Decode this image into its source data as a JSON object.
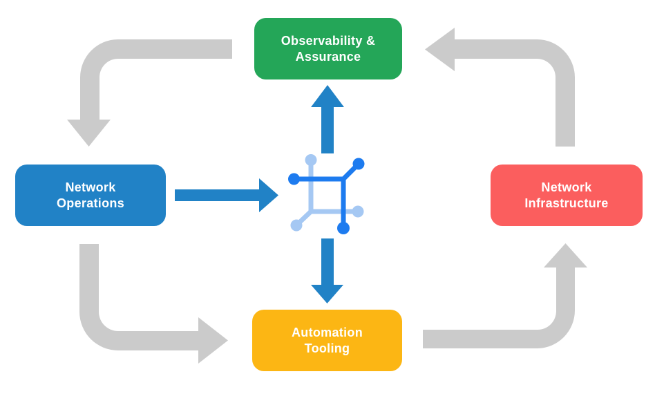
{
  "canvas": {
    "background_color": "#FFFFFF",
    "label_text_color": "#FFFFFF"
  },
  "nodes": {
    "observability": {
      "label": "Observability &\nAssurance",
      "color": "#24A658"
    },
    "operations": {
      "label": "Network\nOperations",
      "color": "#2182C6"
    },
    "infrastructure": {
      "label": "Network\nInfrastructure",
      "color": "#FB5E5E"
    },
    "automation": {
      "label": "Automation\nTooling",
      "color": "#FCB614"
    }
  },
  "center_icon": {
    "name": "network-mesh-icon",
    "color_dark": "#1D7BEF",
    "color_light": "#A5C8F3"
  },
  "arrows": {
    "gray_color": "#CBCBCB",
    "blue_color": "#2182C6",
    "flows": [
      {
        "from": "Observability & Assurance",
        "to": "Network Operations",
        "style": "gray-elbow"
      },
      {
        "from": "Network Operations",
        "to": "Automation Tooling",
        "style": "gray-elbow"
      },
      {
        "from": "Automation Tooling",
        "to": "Network Infrastructure",
        "style": "gray-elbow"
      },
      {
        "from": "Network Infrastructure",
        "to": "Observability & Assurance",
        "style": "gray-elbow"
      },
      {
        "from": "Network Operations",
        "to": "center-icon",
        "style": "blue-straight"
      },
      {
        "from": "center-icon",
        "to": "Observability & Assurance",
        "style": "blue-straight"
      },
      {
        "from": "center-icon",
        "to": "Automation Tooling",
        "style": "blue-straight"
      }
    ]
  }
}
